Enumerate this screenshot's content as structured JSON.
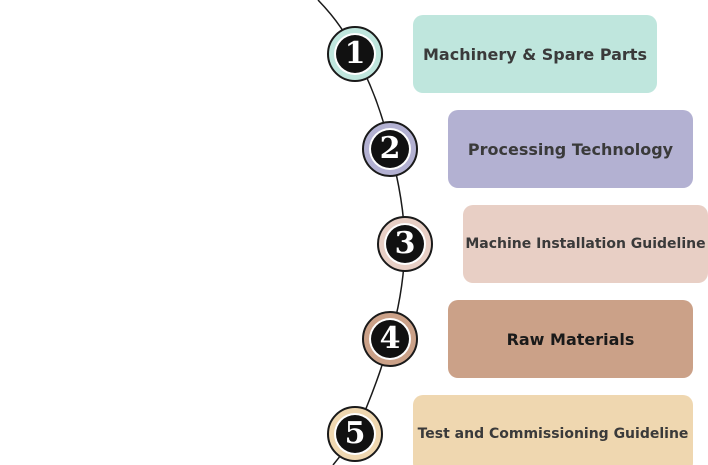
{
  "steps": [
    {
      "number": "1",
      "label": "Machinery & Spare Parts",
      "color": "#bfe6dd"
    },
    {
      "number": "2",
      "label": "Processing Technology",
      "color": "#b3b1d2"
    },
    {
      "number": "3",
      "label": "Machine Installation Guideline",
      "color": "#e8cfc5"
    },
    {
      "number": "4",
      "label": "Raw Materials",
      "color": "#cba188"
    },
    {
      "number": "5",
      "label": "Test and Commissioning Guideline",
      "color": "#efd7b0"
    }
  ],
  "colors": {
    "line": "#1a1a1a",
    "number_disc": "#111111"
  }
}
